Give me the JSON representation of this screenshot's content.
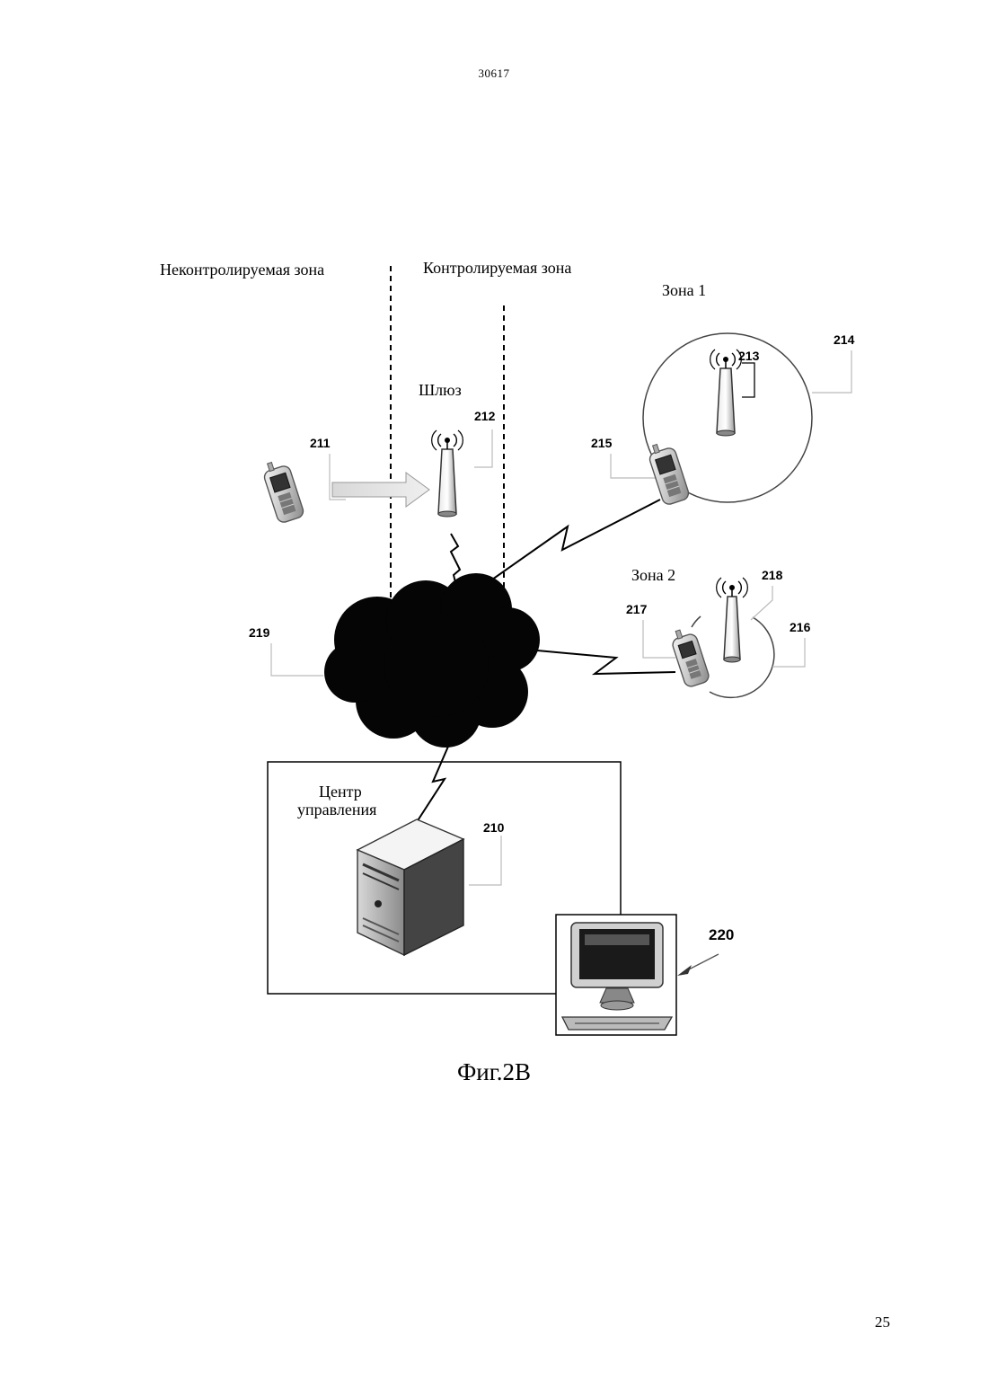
{
  "header": {
    "doc_number": "30617"
  },
  "footer": {
    "page_number": "25"
  },
  "figure": {
    "caption": "Фиг.2В",
    "labels": {
      "uncontrolled_zone": "Неконтролируемая зона",
      "controlled_zone": "Контролируемая зона",
      "zone1": "Зона 1",
      "zone2": "Зона 2",
      "gateway": "Шлюз",
      "control_center_line1": "Центр",
      "control_center_line2": "управления"
    },
    "refs": {
      "r210": "210",
      "r211": "211",
      "r212": "212",
      "r213": "213",
      "r214": "214",
      "r215": "215",
      "r216": "216",
      "r217": "217",
      "r218": "218",
      "r219": "219",
      "r220": "220"
    }
  }
}
